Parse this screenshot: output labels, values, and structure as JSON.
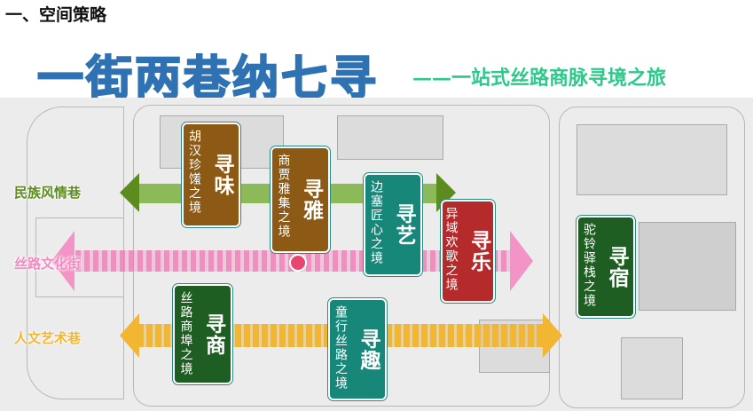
{
  "section_title": "一、空间策略",
  "main_title": "一街两巷纳七寻",
  "subtitle": "——一站式丝路商脉寻境之旅",
  "lanes": [
    {
      "label": "民族风情巷",
      "color": "#5d8c1e"
    },
    {
      "label": "丝路文化街",
      "color": "#f08ac0"
    },
    {
      "label": "人文艺术巷",
      "color": "#f2b633"
    }
  ],
  "cards": [
    {
      "title": "寻味",
      "desc": "胡汉珍馐之境",
      "color": "#8c5a14"
    },
    {
      "title": "寻雅",
      "desc": "商贾雅集之境",
      "color": "#8c5a14"
    },
    {
      "title": "寻艺",
      "desc": "边塞匠心之境",
      "color": "#17877a"
    },
    {
      "title": "寻乐",
      "desc": "异域欢歌之境",
      "color": "#b52a2a"
    },
    {
      "title": "寻宿",
      "desc": "驼铃驿栈之境",
      "color": "#1f5e22"
    },
    {
      "title": "寻商",
      "desc": "丝路商埠之境",
      "color": "#1f5e22"
    },
    {
      "title": "寻趣",
      "desc": "童行丝路之境",
      "color": "#17877a"
    }
  ]
}
